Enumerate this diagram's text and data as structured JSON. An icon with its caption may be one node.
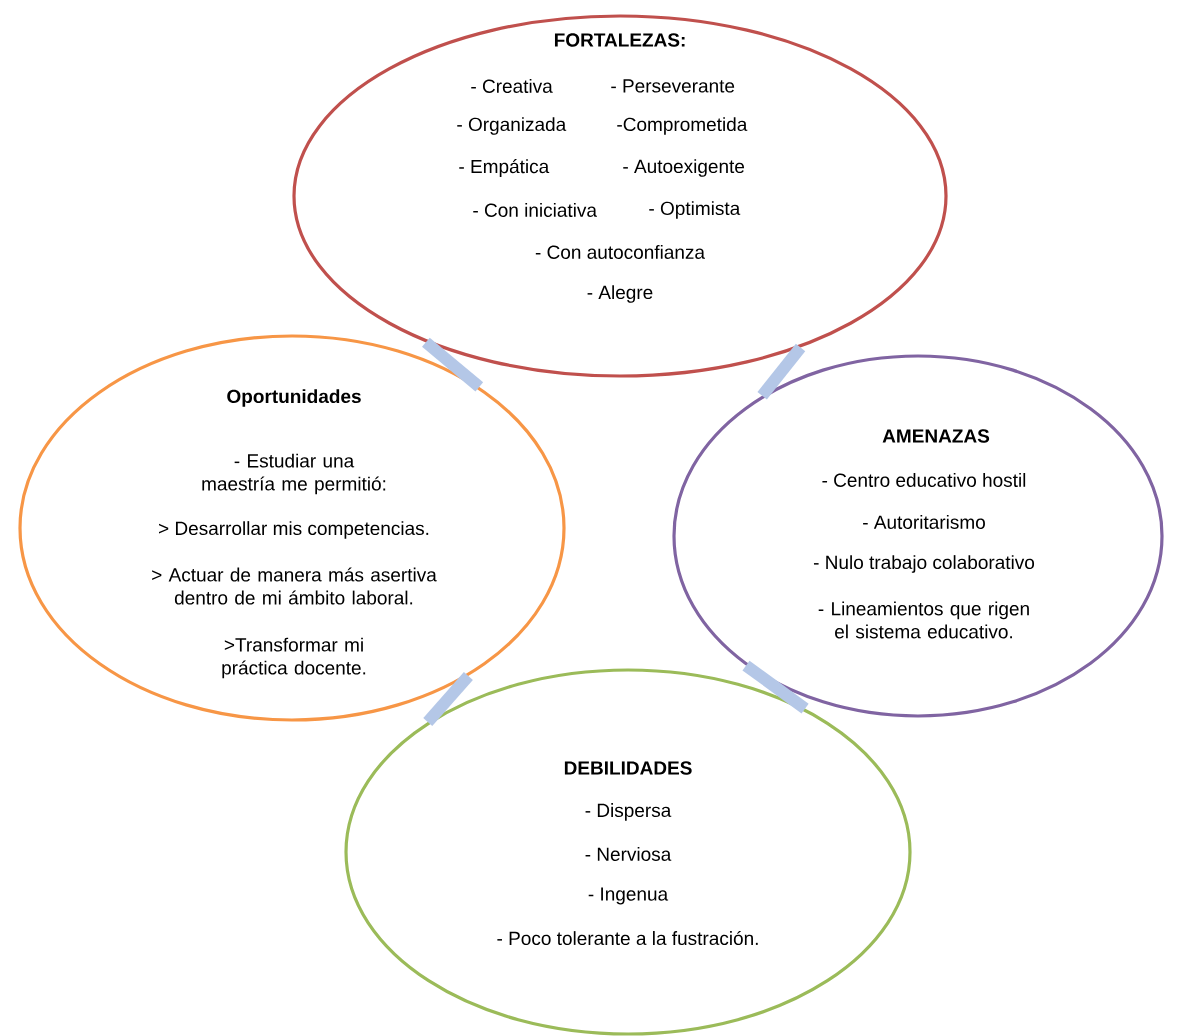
{
  "diagram": {
    "nodes": [
      {
        "text": [
          "FORTALEZAS:",
          "- Creativa",
          "- Perseverante",
          "- Organizada",
          "-Comprometida",
          "- Empática",
          "- Autoexigente",
          "- Con iniciativa",
          "- Optimista",
          "- Con autoconfianza",
          "- Alegre"
        ]
      },
      {
        "text": [
          "Oportunidades",
          "- Estudiar una maestría me permitió:",
          "> Desarrollar mis competencias.",
          "> Actuar de manera más asertiva dentro de mi ámbito laboral.",
          ">Transformar mi práctica docente."
        ]
      },
      {
        "text": [
          "AMENAZAS",
          "- Centro educativo hostil",
          "- Autoritarismo",
          "- Nulo trabajo colaborativo",
          "- Lineamientos que rigen el sistema educativo."
        ]
      },
      {
        "text": [
          "DEBILIDADES",
          "- Dispersa",
          "- Nerviosa",
          "- Ingenua",
          "- Poco tolerante a la fustración."
        ]
      }
    ],
    "edges": [
      {
        "from": 0,
        "to": 1,
        "arrow": "none"
      },
      {
        "from": 0,
        "to": 2,
        "arrow": "none"
      },
      {
        "from": 1,
        "to": 3,
        "arrow": "none"
      },
      {
        "from": 2,
        "to": 3,
        "arrow": "none"
      }
    ]
  }
}
